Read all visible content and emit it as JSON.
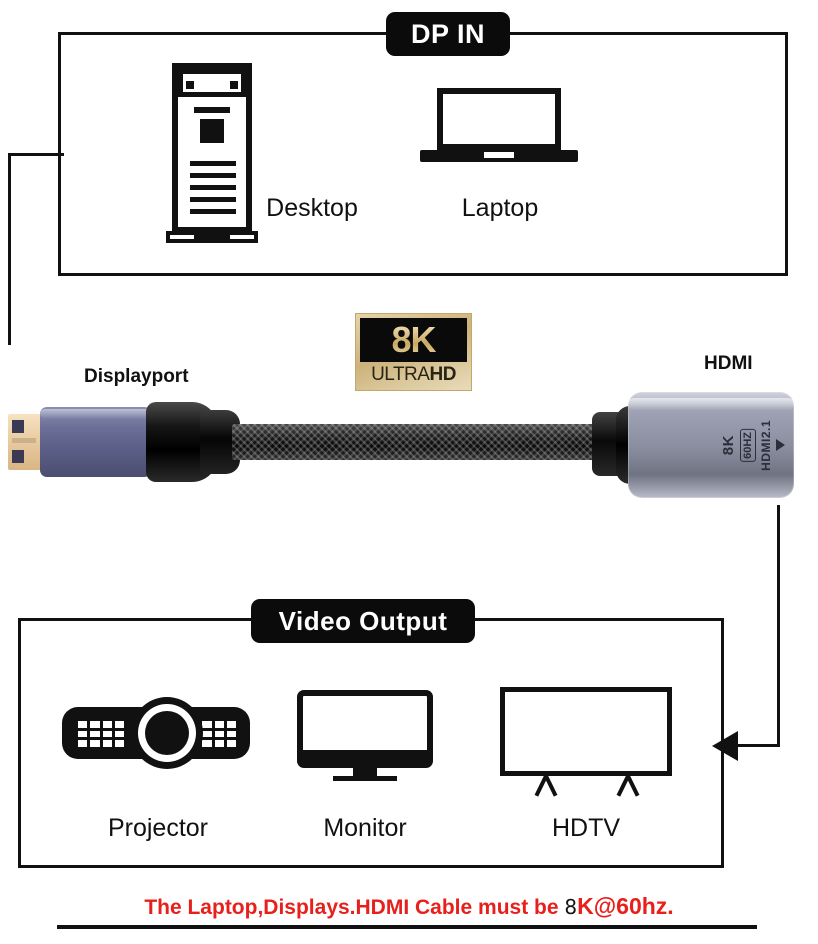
{
  "diagram": {
    "title": "DisplayPort to HDMI 8K adapter cable connection diagram",
    "input_section": {
      "label": "DP IN",
      "devices": [
        {
          "name": "desktop",
          "icon": "desktop-tower-icon",
          "label": "Desktop"
        },
        {
          "name": "laptop",
          "icon": "laptop-icon",
          "label": "Laptop"
        }
      ]
    },
    "output_section": {
      "label": "Video Output",
      "devices": [
        {
          "name": "projector",
          "icon": "projector-icon",
          "label": "Projector"
        },
        {
          "name": "monitor",
          "icon": "monitor-icon",
          "label": "Monitor"
        },
        {
          "name": "hdtv",
          "icon": "hdtv-icon",
          "label": "HDTV"
        }
      ]
    },
    "badge": {
      "resolution": "8K",
      "ultra": "ULTRA",
      "hd": "HD",
      "frame_color": "#cdb27a",
      "inner_color": "#0a0a0a",
      "text_color": "#d8c189"
    },
    "cable": {
      "left_connector": {
        "title": "Displayport",
        "body_color": "#6d7199",
        "contact_color": "#e8caa0",
        "boot_color": "#0a0a0a"
      },
      "right_connector": {
        "title": "HDMI",
        "housing_color": "#8a8e9f",
        "markings": {
          "resolution": "8K",
          "refresh": "60HZ",
          "version": "HDMI2.1",
          "arrow": "triangle-right-marker"
        }
      },
      "braid": "braided-nylon-black"
    },
    "footer": {
      "text_part1": "The Laptop,Displays.HDMI Cable must be ",
      "text_highlight": "8",
      "text_part2": "K@60hz.",
      "color": "#e8201c",
      "rule_color": "#111111"
    }
  }
}
